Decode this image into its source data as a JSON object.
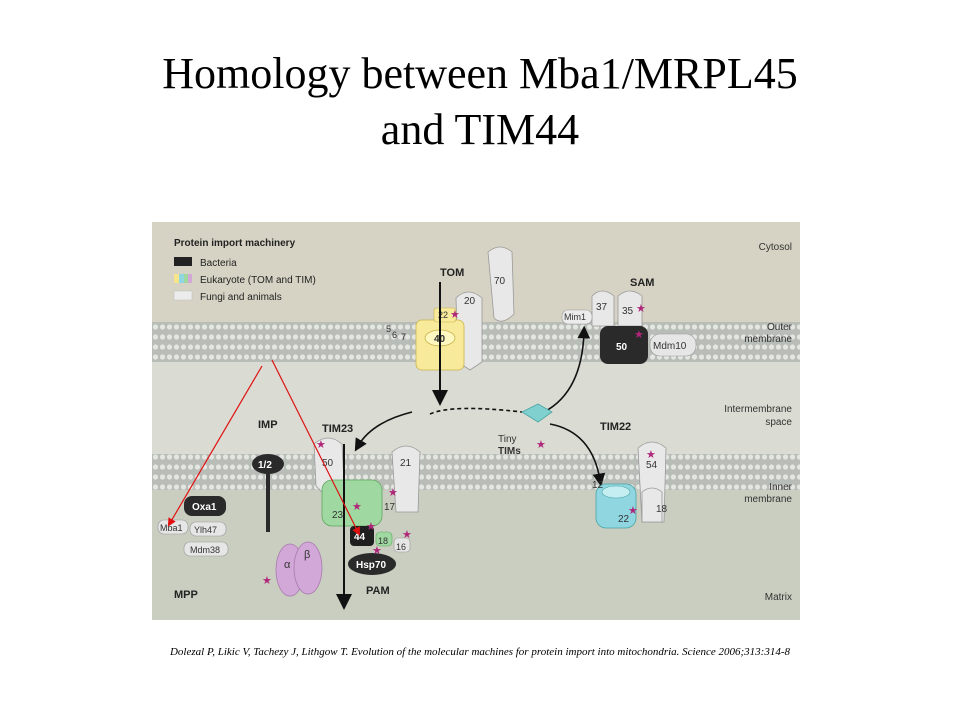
{
  "title_line1": "Homology between Mba1/MRPL45",
  "title_line2": "and TIM44",
  "citation": "Dolezal P, Likic V, Tachezy J, Lithgow T. Evolution of the molecular machines for protein import into mitochondria. Science 2006;313:314-8",
  "figure": {
    "legend": {
      "heading": "Protein import machinery",
      "items": [
        {
          "label": "Bacteria",
          "color": "#222222"
        },
        {
          "label": "Eukaryote (TOM and TIM)",
          "color": "#9fd8a0"
        },
        {
          "label": "Fungi and animals",
          "color": "#e2e2e2"
        }
      ]
    },
    "regions": {
      "cytosol": "Cytosol",
      "outer1": "Outer",
      "outer2": "membrane",
      "ims1": "Intermembrane",
      "ims2": "space",
      "inner1": "Inner",
      "inner2": "membrane",
      "matrix": "Matrix"
    },
    "complexes": {
      "tom": "TOM",
      "sam": "SAM",
      "tim23": "TIM23",
      "tim22": "TIM22",
      "imp": "IMP",
      "pam": "PAM",
      "mpp": "MPP",
      "tiny1": "Tiny",
      "tiny2": "TIMs"
    },
    "proteins": {
      "tom70": "70",
      "tom20": "20",
      "tom22": "22",
      "tom40": "40",
      "tom5": "5",
      "tom6": "6",
      "tom7": "7",
      "mim1": "Mim1",
      "sam37": "37",
      "sam35": "35",
      "sam50": "50",
      "mdm10": "Mdm10",
      "tim50": "50",
      "tim21": "21",
      "tim23": "23",
      "tim17": "17",
      "tim44": "44",
      "tim18": "18",
      "tim16": "16",
      "hsp70": "Hsp70",
      "imp12": "1/2",
      "oxa1": "Oxa1",
      "mba1": "Mba1",
      "ylh47": "Ylh47",
      "mdm38": "Mdm38",
      "alpha": "α",
      "beta": "β",
      "tim54": "54",
      "tim12": "12",
      "tim22": "22",
      "tim18b": "18"
    }
  }
}
